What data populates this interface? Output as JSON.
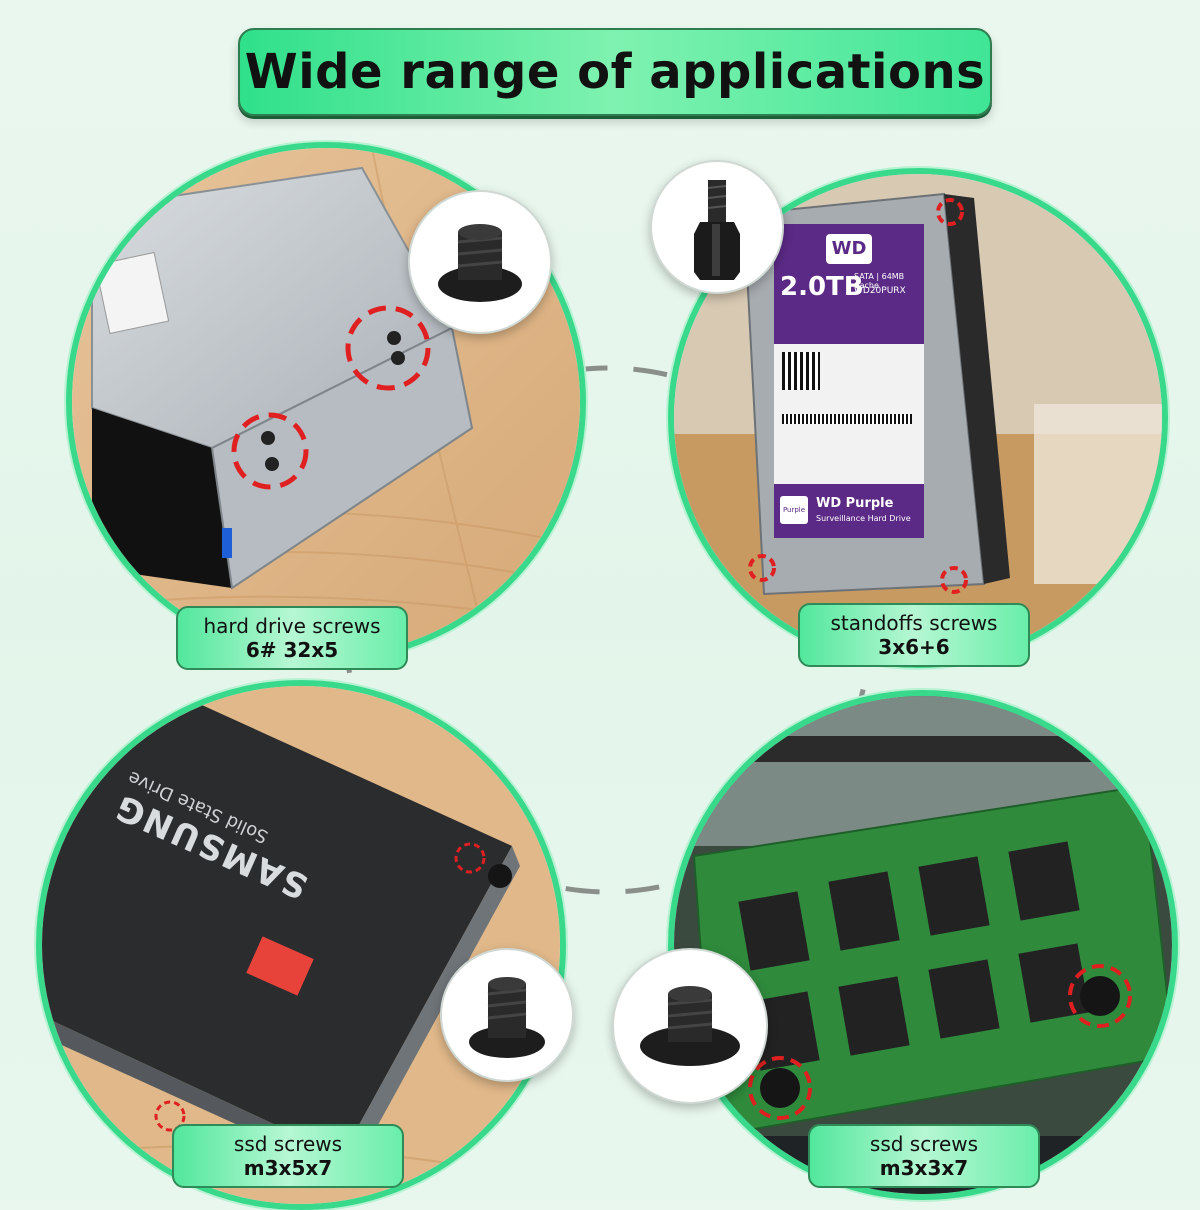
{
  "title": "Wide range of applications",
  "panels": [
    {
      "id": "optical-drive",
      "label_line1": "hard drive screws",
      "label_line2": "6# 32x5"
    },
    {
      "id": "hdd",
      "label_line1": "standoffs screws",
      "label_line2": "3x6+6"
    },
    {
      "id": "ssd",
      "label_line1": "ssd screws",
      "label_line2": "m3x5x7"
    },
    {
      "id": "ram",
      "label_line1": "ssd screws",
      "label_line2": "m3x3x7"
    }
  ],
  "hdd": {
    "brand": "WD",
    "capacity": "2.0TB",
    "spec": "SATA | 64MB Cache",
    "model": "WD20PURX",
    "product": "WD Purple",
    "product_sub": "Surveillance Hard Drive",
    "purple_badge": "Purple"
  },
  "ssd": {
    "brand": "SAMSUNG",
    "subtitle": "Solid State Drive"
  },
  "colors": {
    "accent_green": "#39d98c",
    "title_green": "#2fe08a",
    "highlight_red": "#e02020",
    "wd_purple": "#5b2a86"
  },
  "icons": [
    "screw-icon",
    "standoff-icon",
    "highlight-circle-icon"
  ]
}
